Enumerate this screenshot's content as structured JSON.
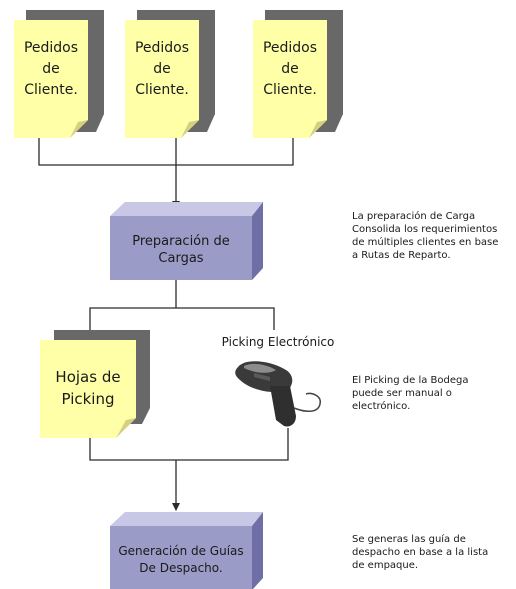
{
  "orders": [
    {
      "lines": [
        "Pedidos",
        "de",
        "Cliente."
      ]
    },
    {
      "lines": [
        "Pedidos",
        "de",
        "Cliente."
      ]
    },
    {
      "lines": [
        "Pedidos",
        "de",
        "Cliente."
      ]
    }
  ],
  "load_prep": {
    "lines": [
      "Preparación de",
      "Cargas"
    ]
  },
  "picking_sheets": {
    "lines": [
      "Hojas de",
      "Picking"
    ]
  },
  "electronic_picking": {
    "label": "Picking Electrónico"
  },
  "dispatch": {
    "lines": [
      "Generación de Guías",
      "De Despacho."
    ]
  },
  "notes": {
    "load_prep": [
      "La preparación de Carga",
      "Consolida los requerimientos",
      "de múltiples clientes en base",
      "a Rutas de Reparto."
    ],
    "picking": [
      "El Picking de la Bodega",
      "puede ser manual o",
      "electrónico."
    ],
    "dispatch": [
      "Se generas las guía de",
      "despacho en base a la lista",
      "de empaque."
    ]
  },
  "colors": {
    "note_fill": "#ffffa8",
    "note_shadow": "#686868",
    "note_curl": "#d4d080",
    "box_front": "#9b9bc7",
    "box_top": "#c8c8e6",
    "box_side": "#6f6fa5",
    "connector": "#2b2b2b"
  }
}
